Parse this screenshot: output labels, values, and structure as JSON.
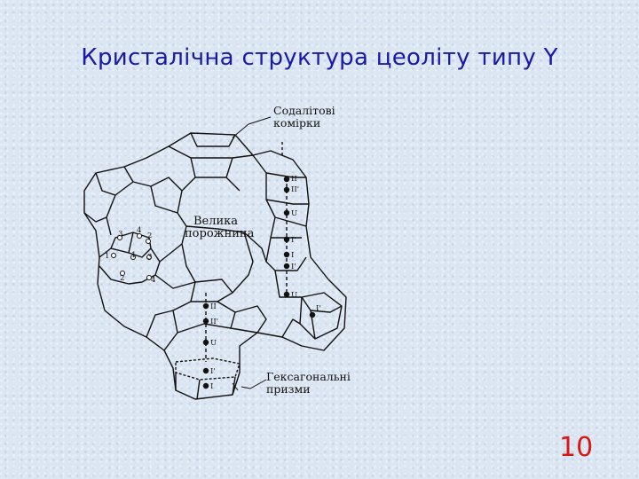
{
  "slide": {
    "title": "Кристалічна структура цеоліту типу Y",
    "page_number": "10"
  },
  "figure": {
    "sodalite_label": [
      "Содалітові",
      "комірки"
    ],
    "cavity_label": [
      "Велика",
      "порожнина"
    ],
    "prism_label": [
      "Гексагональні",
      "призми"
    ]
  },
  "colors": {
    "title": "#1a1aa6",
    "page_number": "#d81818",
    "background": "#dbe6f2"
  }
}
